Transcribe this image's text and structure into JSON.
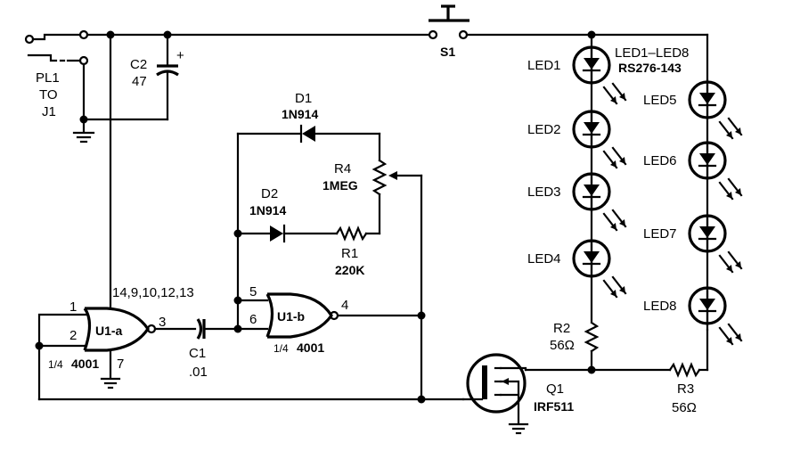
{
  "title": "LED flasher schematic (4001 oscillator driving IRF511)",
  "connector": {
    "name": "PL1",
    "to_label": "TO",
    "target": "J1"
  },
  "components": {
    "C2": {
      "ref": "C2",
      "value": "47",
      "polarity": "+"
    },
    "C1": {
      "ref": "C1",
      "value": ".01"
    },
    "D1": {
      "ref": "D1",
      "part": "1N914"
    },
    "D2": {
      "ref": "D2",
      "part": "1N914"
    },
    "R4": {
      "ref": "R4",
      "value": "1MEG"
    },
    "R1": {
      "ref": "R1",
      "value": "220K"
    },
    "R2": {
      "ref": "R2",
      "value": "56Ω"
    },
    "R3": {
      "ref": "R3",
      "value": "56Ω"
    },
    "S1": {
      "ref": "S1"
    },
    "Q1": {
      "ref": "Q1",
      "part": "IRF511"
    },
    "U1a": {
      "ref": "U1-a",
      "fraction": "1/4",
      "part": "4001",
      "pin_in1": "1",
      "pin_in2": "2",
      "pin_out": "3",
      "pin_gnd": "7",
      "pin_power": "14,9,10,12,13"
    },
    "U1b": {
      "ref": "U1-b",
      "fraction": "1/4",
      "part": "4001",
      "pin_in1": "5",
      "pin_in2": "6",
      "pin_out": "4"
    }
  },
  "leds": {
    "group_label": "LED1–LED8",
    "group_part": "RS276-143",
    "items": [
      "LED1",
      "LED2",
      "LED3",
      "LED4",
      "LED5",
      "LED6",
      "LED7",
      "LED8"
    ]
  },
  "icons": {
    "ground": "ground-icon",
    "led": "led-icon",
    "diode": "diode-icon",
    "resistor": "resistor-icon",
    "capacitor": "capacitor-icon",
    "nor_gate": "nor-gate-icon",
    "mosfet": "mosfet-icon",
    "pushbutton": "pushbutton-icon"
  }
}
